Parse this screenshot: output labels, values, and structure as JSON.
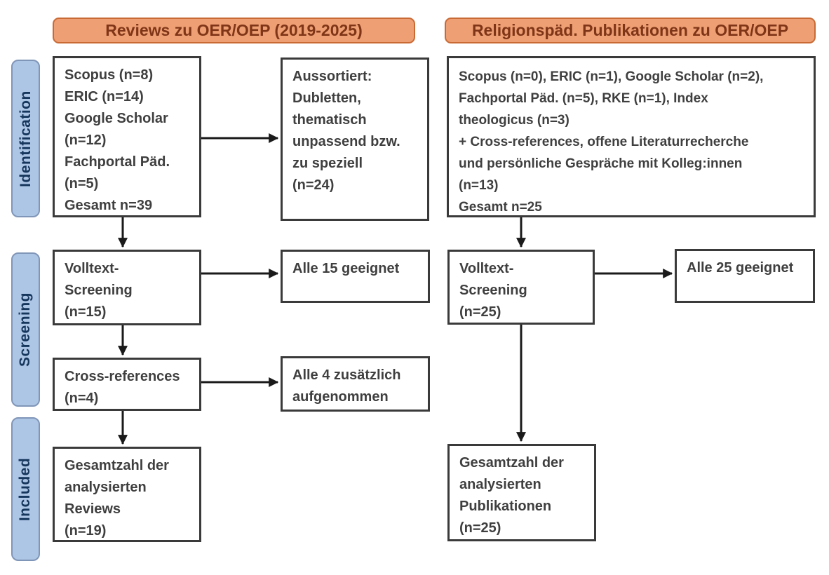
{
  "diagram": {
    "headers": {
      "left": "Reviews zu OER/OEP (2019-2025)",
      "right": "Religionspäd. Publikationen zu OER/OEP"
    },
    "stages": {
      "identification": "Identification",
      "screening": "Screening",
      "included": "Included"
    },
    "left": {
      "sources": [
        "Scopus (n=8)",
        "ERIC (n=14)",
        "Google Scholar",
        "(n=12)",
        "Fachportal Päd.",
        "(n=5)",
        "Gesamt n=39"
      ],
      "excluded": [
        "Aussortiert:",
        "Dubletten,",
        "thematisch",
        "unpassend bzw.",
        "zu speziell",
        "(n=24)"
      ],
      "fulltext": [
        "Volltext-",
        "Screening",
        "(n=15)"
      ],
      "eligible": "Alle 15 geeignet",
      "crossref": [
        "Cross-references",
        "(n=4)"
      ],
      "added": [
        "Alle 4 zusätzlich",
        "aufgenommen"
      ],
      "total": [
        "Gesamtzahl der",
        "analysierten",
        "Reviews",
        "(n=19)"
      ]
    },
    "right": {
      "sources": [
        "Scopus (n=0), ERIC (n=1), Google Scholar (n=2),",
        "Fachportal Päd. (n=5), RKE (n=1), Index",
        "theologicus (n=3)",
        "+ Cross-references, offene Literaturrecherche",
        "und persönliche Gespräche mit Kolleg:innen",
        "(n=13)",
        "Gesamt n=25"
      ],
      "fulltext": [
        "Volltext-",
        "Screening",
        "(n=25)"
      ],
      "eligible": "Alle 25 geeignet",
      "total": [
        "Gesamtzahl der",
        "analysierten",
        "Publikationen",
        "(n=25)"
      ]
    },
    "colors": {
      "header_fill": "#EE9F73",
      "header_border": "#C96A35",
      "header_text": "#7F3517",
      "stage_fill": "#AEC6E6",
      "stage_border": "#8096B8",
      "stage_text": "#16365C",
      "box_border": "#3A3A3A",
      "box_text": "#3F3F3F",
      "arrow": "#1A1A1A"
    }
  }
}
